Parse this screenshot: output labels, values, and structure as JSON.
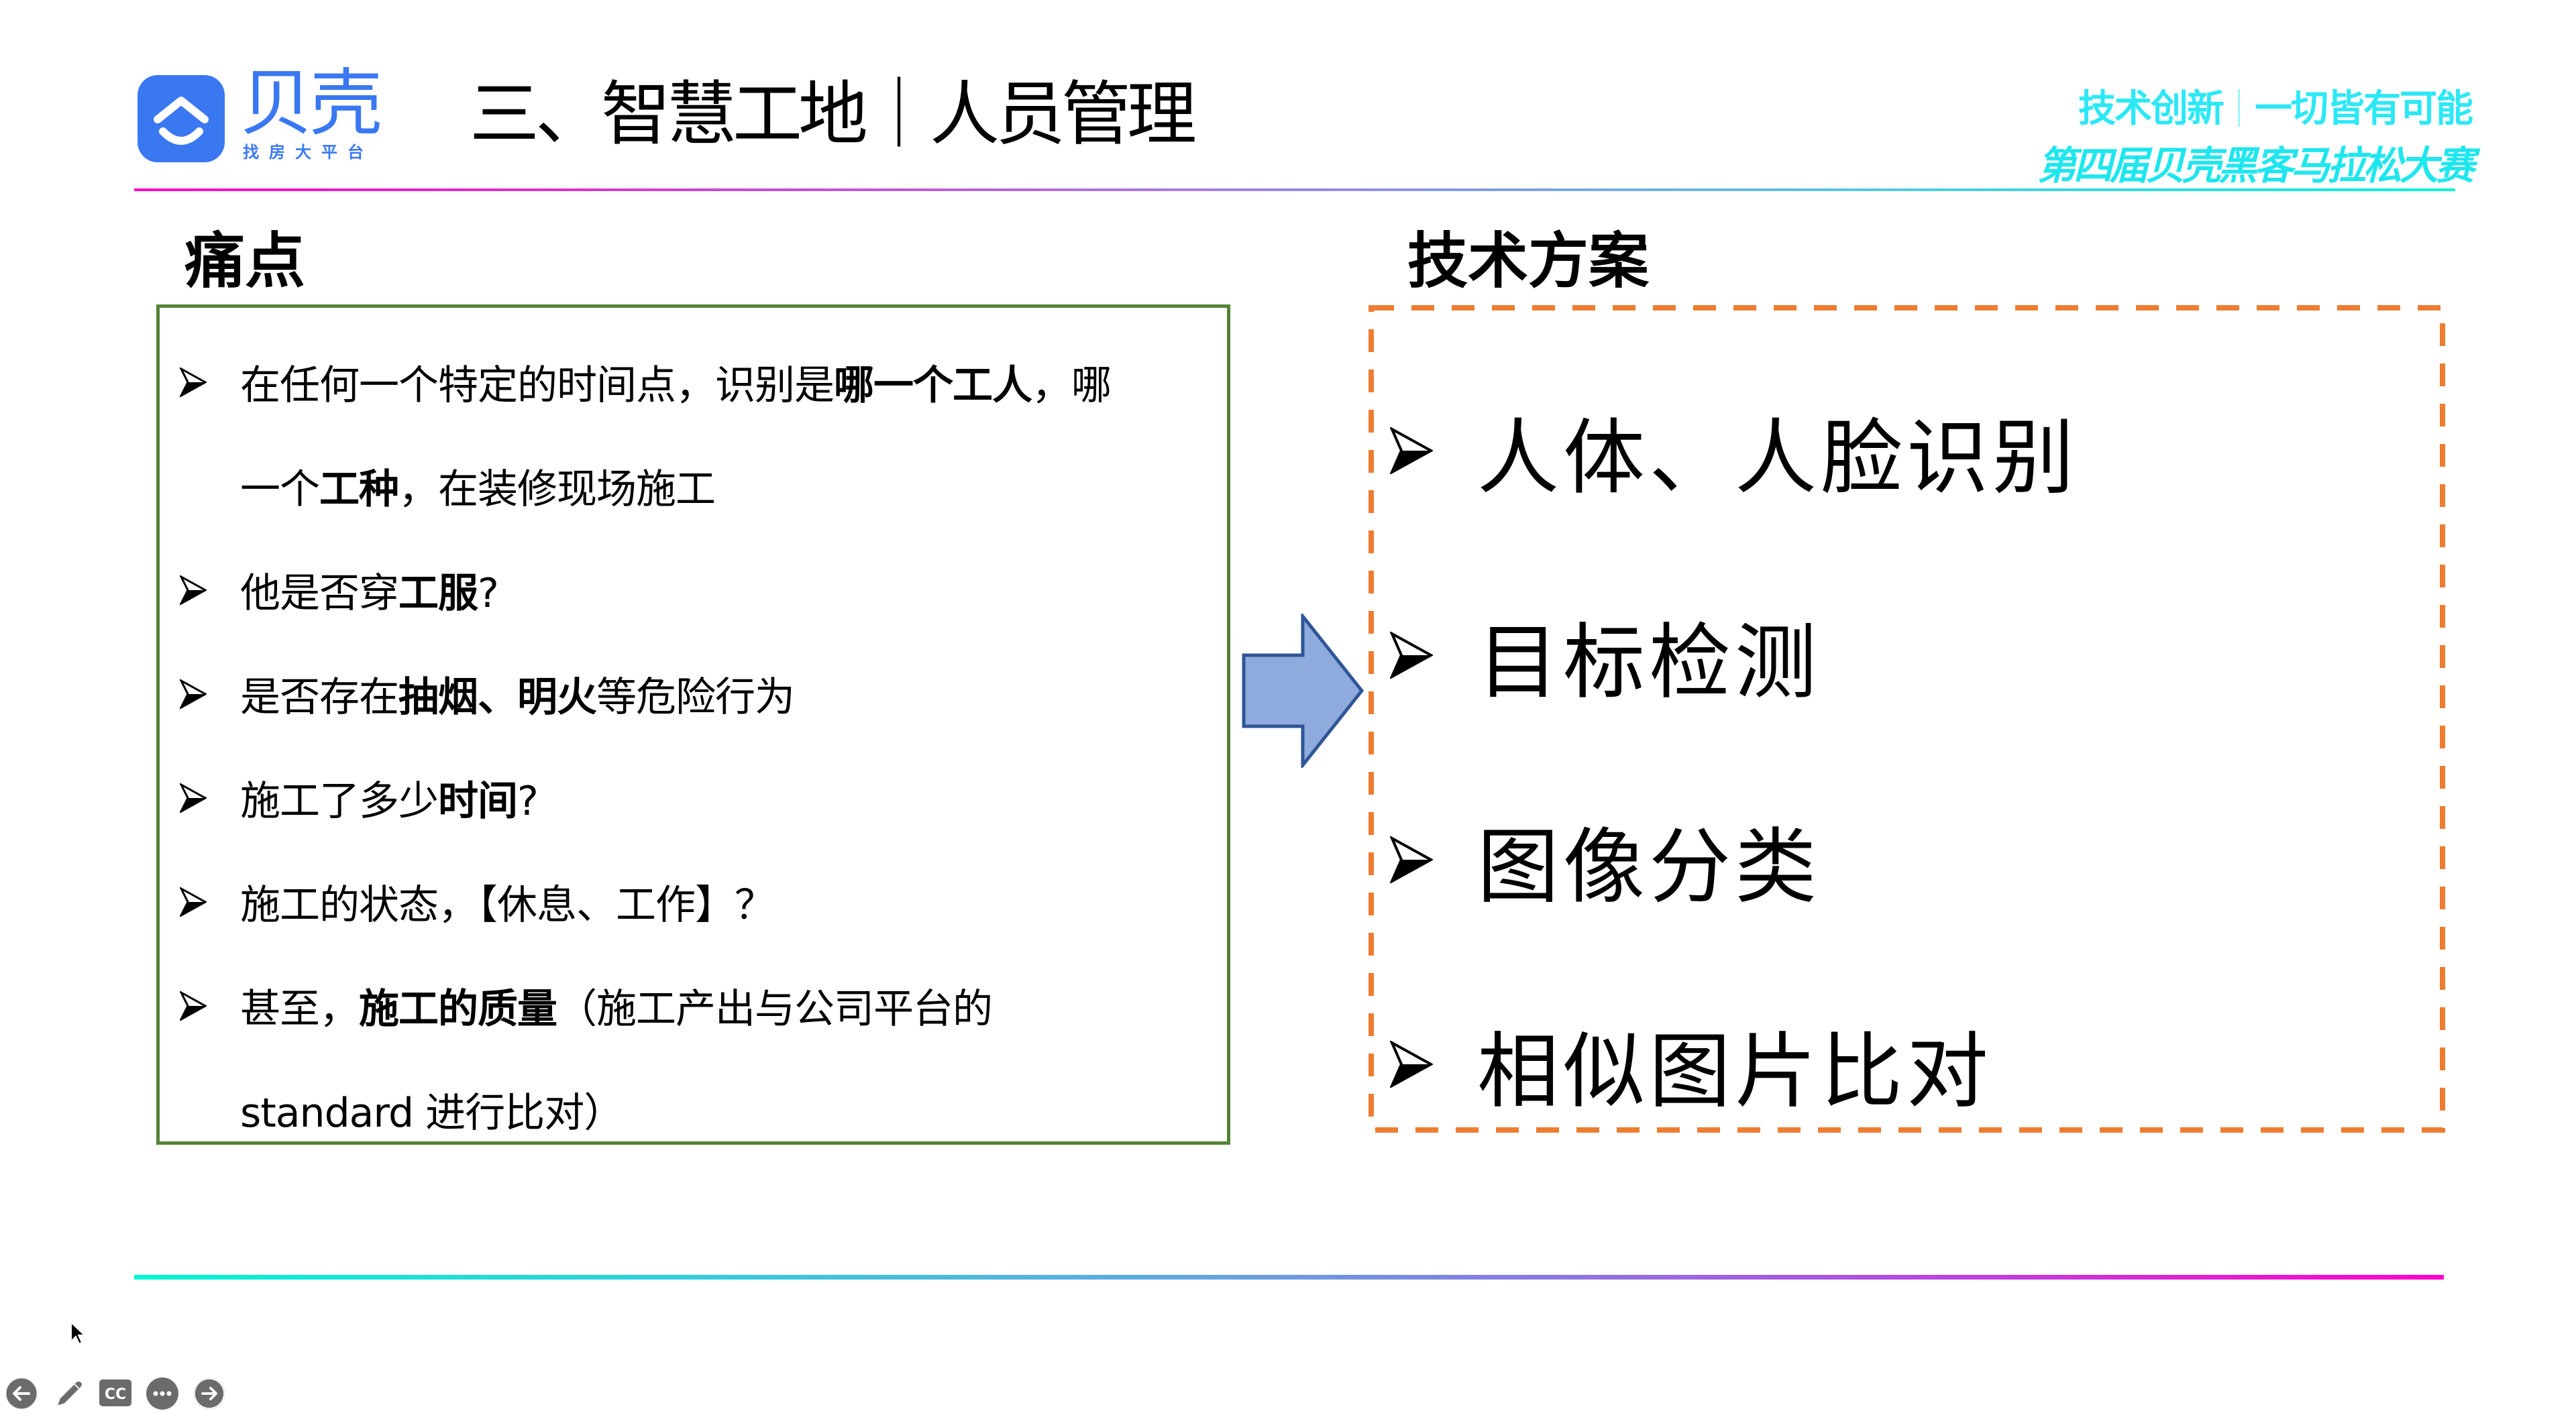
{
  "header": {
    "logo": {
      "icon": "beike-house-smile-icon",
      "brand_name": "贝壳",
      "tagline": "找房大平台",
      "color": "#3A78F2"
    },
    "title": "三、智慧工地｜人员管理",
    "slogan": {
      "line1_left": "技术创新",
      "line1_right": "一切皆有可能",
      "line2": "第四届贝壳黑客马拉松大赛",
      "color": "#2CE8F5"
    },
    "rule_gradient": [
      "#ff00cc",
      "#00f5d4"
    ]
  },
  "pain_points": {
    "heading": "痛点",
    "border_color": "#548235",
    "items": [
      {
        "segments": [
          {
            "text": "在任何一个特定的时间点，识别是",
            "bold": false
          },
          {
            "text": "哪一个工人",
            "bold": true
          },
          {
            "text": "，哪",
            "bold": false
          }
        ],
        "continuation": [
          {
            "text": "一个",
            "bold": false
          },
          {
            "text": "工种",
            "bold": true
          },
          {
            "text": "，在装修现场施工",
            "bold": false
          }
        ]
      },
      {
        "segments": [
          {
            "text": "他是否穿",
            "bold": false
          },
          {
            "text": "工服",
            "bold": true
          },
          {
            "text": "?",
            "bold": false
          }
        ]
      },
      {
        "segments": [
          {
            "text": "是否存在",
            "bold": false
          },
          {
            "text": "抽烟、明火",
            "bold": true
          },
          {
            "text": "等危险行为",
            "bold": false
          }
        ]
      },
      {
        "segments": [
          {
            "text": "施工了多少",
            "bold": false
          },
          {
            "text": "时间",
            "bold": true
          },
          {
            "text": "?",
            "bold": false
          }
        ]
      },
      {
        "segments": [
          {
            "text": "施工的状态，【休息、工作】？",
            "bold": false
          }
        ]
      },
      {
        "segments": [
          {
            "text": "甚至，",
            "bold": false
          },
          {
            "text": "施工的质量",
            "bold": true
          },
          {
            "text": "（施工产出与公司平台的",
            "bold": false
          }
        ],
        "continuation": [
          {
            "text": "standard 进行比对）",
            "bold": false
          }
        ]
      }
    ]
  },
  "flow_arrow": {
    "icon": "right-block-arrow-icon",
    "fill": "#8FAADC",
    "stroke": "#2F5597"
  },
  "tech_solutions": {
    "heading": "技术方案",
    "border_color": "#ED7D31",
    "items": [
      {
        "label": "人体、人脸识别"
      },
      {
        "label": "目标检测"
      },
      {
        "label": "图像分类"
      },
      {
        "label": "相似图片比对"
      }
    ]
  },
  "presenter_controls": [
    {
      "name": "previous-slide-button",
      "icon": "arrow-left-circle-icon"
    },
    {
      "name": "pen-tool-button",
      "icon": "pencil-icon"
    },
    {
      "name": "captions-button",
      "icon": "cc-icon"
    },
    {
      "name": "more-options-button",
      "icon": "ellipsis-circle-icon"
    },
    {
      "name": "next-slide-button",
      "icon": "arrow-right-circle-icon"
    }
  ]
}
